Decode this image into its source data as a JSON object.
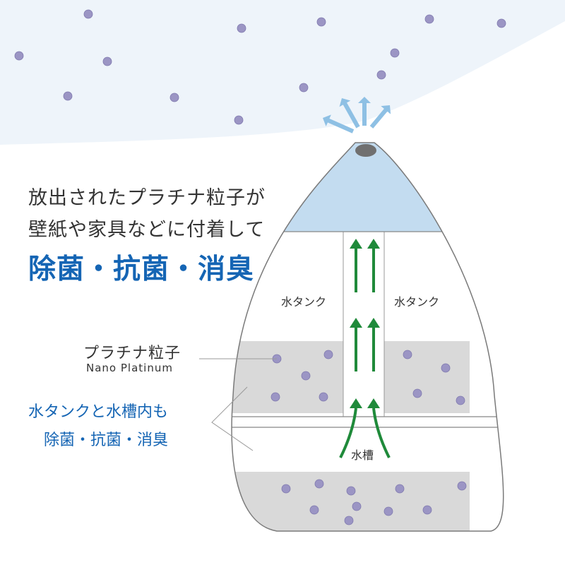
{
  "headline": {
    "line1": "放出されたプラチナ粒子が",
    "line2": "壁紙や家具などに付着して",
    "emphasis": "除菌・抗菌・消臭"
  },
  "labels": {
    "tank_left": "水タンク",
    "tank_right": "水タンク",
    "particle_ja": "プラチナ粒子",
    "particle_en": "Nano  Platinum",
    "reservoir": "水槽"
  },
  "callout": {
    "line1": "水タンクと水槽内も",
    "line2": "除菌・抗菌・消臭"
  },
  "colors": {
    "accent_blue": "#1565b4",
    "arrow_green": "#1f8a3a",
    "mist_arrow": "#8ec0e4",
    "particle": "#9b95c4",
    "cap_blue": "#c3dcf0",
    "water_gray": "#d9d9d9",
    "sky_tint": "#eef4fa"
  },
  "icons": {
    "mist_arrows": "arrow-up-icon",
    "flow_arrows": "arrow-up-icon",
    "particles": "dot-icon"
  }
}
